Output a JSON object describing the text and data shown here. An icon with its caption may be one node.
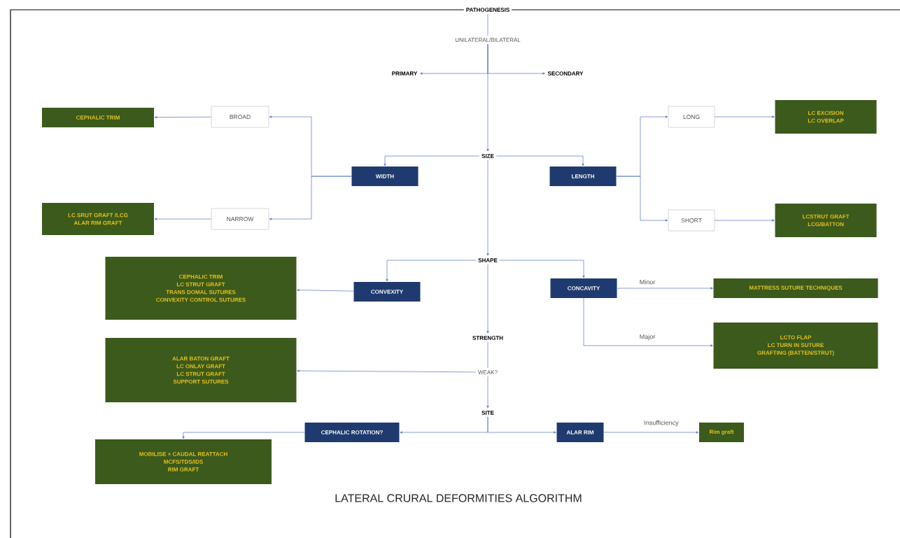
{
  "diagram": {
    "caption": "LATERAL CRURAL DEFORMITIES ALGORITHM",
    "nodes": [
      {
        "text": [
          "PATHOGENESIS"
        ]
      },
      {
        "text": [
          "UNILATERAL/BILATERAL"
        ]
      },
      {
        "text": [
          "PRIMARY"
        ]
      },
      {
        "text": [
          "SECONDARY"
        ]
      },
      {
        "text": [
          "SIZE"
        ]
      },
      {
        "text": [
          "WIDTH"
        ]
      },
      {
        "text": [
          "LENGTH"
        ]
      },
      {
        "text": [
          "BROAD"
        ]
      },
      {
        "text": [
          "NARROW"
        ]
      },
      {
        "text": [
          "CEPHALIC TRIM"
        ]
      },
      {
        "text": [
          "LC SRUT GRAFT /LCG",
          "ALAR RIM GRAFT"
        ]
      },
      {
        "text": [
          "LONG"
        ]
      },
      {
        "text": [
          "SHORT"
        ]
      },
      {
        "text": [
          "LC EXCISION",
          "LC OVERLAP"
        ]
      },
      {
        "text": [
          "LCSTRUT GRAFT",
          "LCG/BATTON"
        ]
      },
      {
        "text": [
          "SHAPE"
        ]
      },
      {
        "text": [
          "CONVEXITY"
        ]
      },
      {
        "text": [
          "CEPHALIC TRIM",
          "LC STRUT GRAFT",
          "TRANS DOMAL SUTURES",
          "CONVEXITY CONTROL SUTURES"
        ]
      },
      {
        "text": [
          "CONCAVITY"
        ]
      },
      {
        "text": [
          "MATTRESS SUTURE TECHNIQUES"
        ]
      },
      {
        "text": [
          "LCTO FLAP",
          "LC TURN IN SUTURE",
          "GRAFTING (BATTEN/STRUT)"
        ]
      },
      {
        "text": [
          "STRENGTH"
        ]
      },
      {
        "text": [
          "WEAK?"
        ]
      },
      {
        "text": [
          "ALAR BATON GRAFT",
          "LC ONLAY GRAFT",
          "LC STRUT GRAFT",
          "SUPPORT SUTURES"
        ]
      },
      {
        "text": [
          "SITE"
        ]
      },
      {
        "text": [
          "CEPHALIC ROTATION?"
        ]
      },
      {
        "text": [
          "ALAR RIM"
        ]
      },
      {
        "text": [
          "Rim graft"
        ]
      },
      {
        "text": [
          "MOBILISE + CAUDAL REATTACH",
          "MCFS/TDS/IDS",
          "RIM GRAFT"
        ]
      }
    ],
    "edges": [
      {
        "from": 0,
        "to": 1,
        "arrow": "none"
      },
      {
        "from": 1,
        "to": 2,
        "arrow": "to"
      },
      {
        "from": 1,
        "to": 3,
        "arrow": "to"
      },
      {
        "from": 1,
        "to": 4,
        "arrow": "to"
      },
      {
        "from": 4,
        "to": 5,
        "arrow": "to"
      },
      {
        "from": 4,
        "to": 6,
        "arrow": "to"
      },
      {
        "from": 5,
        "to": 7,
        "arrow": "to"
      },
      {
        "from": 5,
        "to": 8,
        "arrow": "to"
      },
      {
        "from": 7,
        "to": 9,
        "arrow": "to"
      },
      {
        "from": 8,
        "to": 10,
        "arrow": "to"
      },
      {
        "from": 6,
        "to": 11,
        "arrow": "to"
      },
      {
        "from": 6,
        "to": 12,
        "arrow": "to"
      },
      {
        "from": 11,
        "to": 13,
        "arrow": "to"
      },
      {
        "from": 12,
        "to": 14,
        "arrow": "to"
      },
      {
        "from": 4,
        "to": 15,
        "arrow": "to"
      },
      {
        "from": 15,
        "to": 16,
        "arrow": "to"
      },
      {
        "from": 15,
        "to": 18,
        "arrow": "to"
      },
      {
        "from": 15,
        "to": 21,
        "arrow": "to"
      },
      {
        "from": 16,
        "to": 17,
        "arrow": "to"
      },
      {
        "from": 18,
        "to": 19,
        "arrow": "to",
        "label": "Minor"
      },
      {
        "from": 18,
        "to": 20,
        "arrow": "to",
        "label": "Major"
      },
      {
        "from": 21,
        "to": 22,
        "arrow": "none"
      },
      {
        "from": 22,
        "to": 23,
        "arrow": "to"
      },
      {
        "from": 22,
        "to": 24,
        "arrow": "to"
      },
      {
        "from": 24,
        "to": 25,
        "arrow": "to"
      },
      {
        "from": 24,
        "to": 26,
        "arrow": "to"
      },
      {
        "from": 25,
        "to": 28,
        "arrow": "to"
      },
      {
        "from": 26,
        "to": 27,
        "arrow": "to",
        "label": "Insufficiency"
      }
    ]
  }
}
